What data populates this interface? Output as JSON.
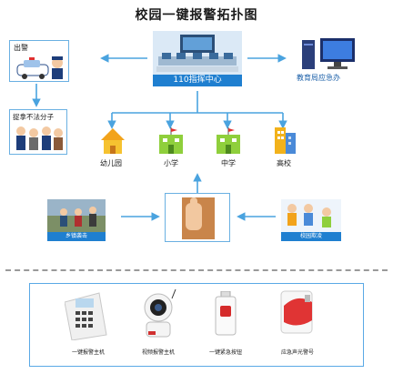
{
  "title": "校园一键报警拓扑图",
  "center": {
    "label": "110指挥中心"
  },
  "police": {
    "label": "出警"
  },
  "arrest": {
    "label": "捉拿不法分子"
  },
  "education": {
    "label": "教育局应急办"
  },
  "schools": [
    {
      "label": "幼儿园"
    },
    {
      "label": "小学"
    },
    {
      "label": "中学"
    },
    {
      "label": "高校"
    }
  ],
  "alarm": {
    "label": "一键报警"
  },
  "left_scene": {
    "label": "乡镇袭击"
  },
  "right_scene": {
    "label": "校园欺凌"
  },
  "devices": [
    {
      "label": "一键报警主机"
    },
    {
      "label": "视频报警主机"
    },
    {
      "label": "一键紧急按钮"
    },
    {
      "label": "应急声光警号"
    }
  ],
  "colors": {
    "accent": "#1f7fd0",
    "arrow": "#4aa3df",
    "border": "#6ab0e2"
  }
}
